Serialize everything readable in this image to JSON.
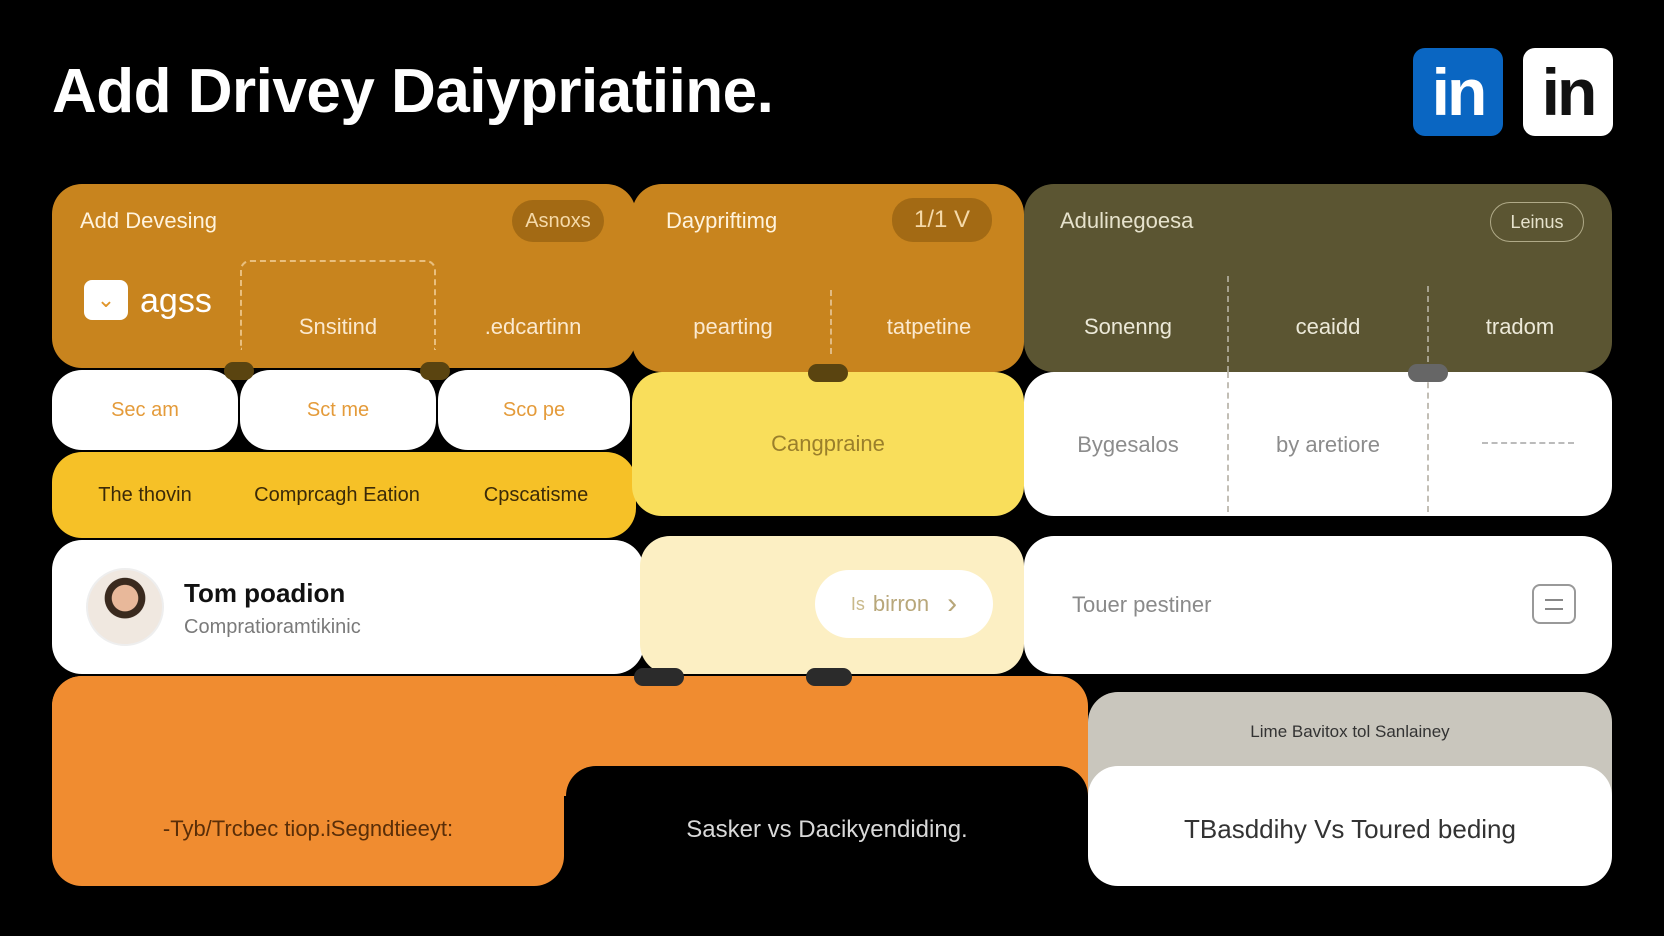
{
  "title": "Add Drivey  Daiypriatiine.",
  "logos": {
    "blue": "in",
    "white": "in"
  },
  "panel1": {
    "header": "Add Devesing",
    "pill": "Asnoxs",
    "app_label": "agss",
    "sub1": "Snsitind",
    "sub2": ".edcartinn"
  },
  "panel2": {
    "header": "Daypriftimg",
    "pill": "1/1 V",
    "sub1": "pearting",
    "sub2": "tatpetine"
  },
  "panel3": {
    "header": "Adulinegoesa",
    "pill": "Leinus",
    "sub1": "Sonenng",
    "sub2": "ceaidd",
    "sub3": "tradom"
  },
  "white_pills": [
    "Sec  am",
    "Sct  me",
    "Sco  pe"
  ],
  "yellow_row": [
    "The thovin",
    "Comprcagh Eation",
    "Cpscatisme"
  ],
  "yellow_panel": "Cangpraine",
  "white_panel": [
    "Bygesalos",
    "by aretiore",
    ""
  ],
  "profile": {
    "name": "Tom poadion",
    "role": "Compratioramtikinic"
  },
  "action_button": {
    "label": "birron",
    "prefix": "Is"
  },
  "right_field": "Touer pestiner",
  "bottom": {
    "left_text": "-Tyb/Trcbec  tiop.iSegndtieeyt:",
    "middle_text": "Sasker vs Dacikyendiding.",
    "grey_label": "Lime Bavitox tol Sanlainey",
    "right_text": "TBasddihy  Vs Toured beding"
  },
  "colors": {
    "background": "#000000",
    "brown": "#c8841e",
    "olive": "#5b5532",
    "yellow": "#f6c127",
    "light_yellow": "#f9de5b",
    "cream": "#fcefc3",
    "orange": "#f08c30",
    "linkedin_blue": "#0a66c2"
  }
}
